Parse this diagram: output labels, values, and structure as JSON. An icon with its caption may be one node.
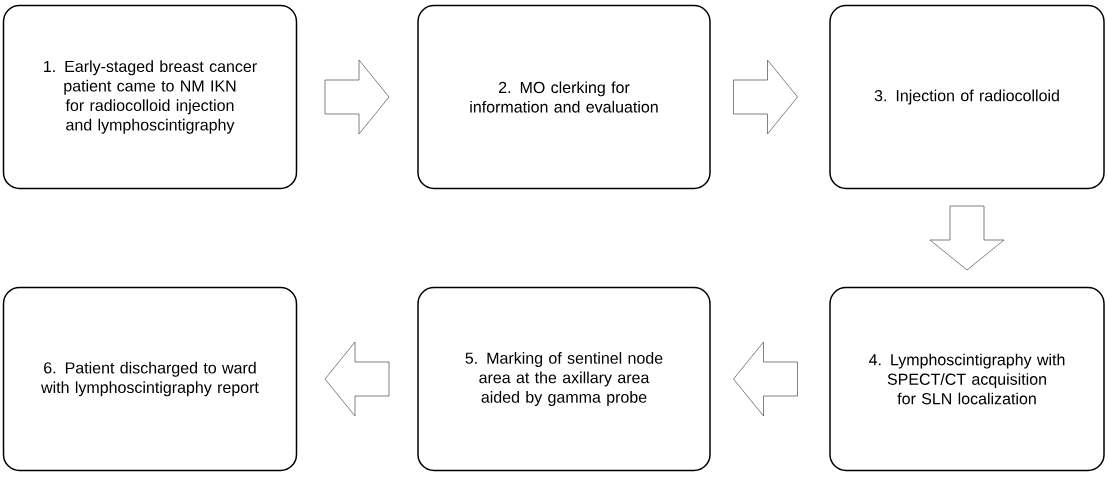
{
  "diagram": {
    "nodes": [
      {
        "text": [
          "1. Early-staged breast cancer patient came to NM IKN for radiocolloid injection and lymphoscintigraphy"
        ]
      },
      {
        "text": [
          "2. MO clerking for information and evaluation"
        ]
      },
      {
        "text": [
          "3. Injection of radiocolloid"
        ]
      },
      {
        "text": [
          "4. Lymphoscintigraphy with SPECT/CT acquisition for SLN localization"
        ]
      },
      {
        "text": [
          "5. Marking of sentinel node area at the axillary area aided by gamma probe"
        ]
      },
      {
        "text": [
          "6. Patient discharged to ward with lymphoscintigraphy report"
        ]
      }
    ],
    "edges": [
      {
        "from": 0,
        "to": 1,
        "arrow": "to"
      },
      {
        "from": 1,
        "to": 2,
        "arrow": "to"
      },
      {
        "from": 2,
        "to": 3,
        "arrow": "to"
      },
      {
        "from": 3,
        "to": 4,
        "arrow": "to"
      },
      {
        "from": 4,
        "to": 5,
        "arrow": "to"
      }
    ]
  }
}
